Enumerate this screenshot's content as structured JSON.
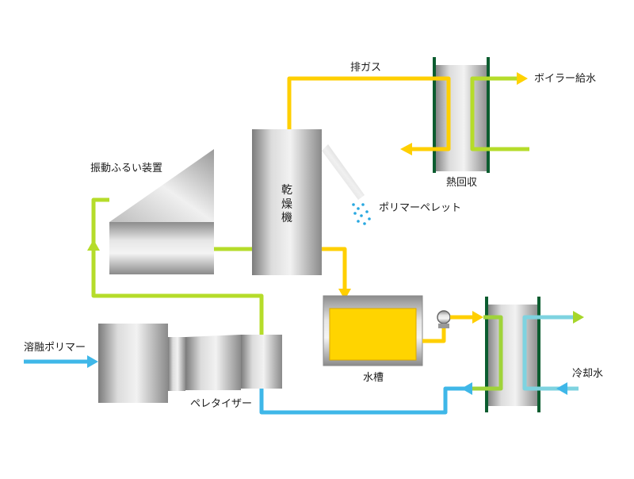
{
  "labels": {
    "exhaust_gas": "排ガス",
    "boiler_water": "ボイラー給水",
    "heat_recovery": "熱回収",
    "vibrating_sieve": "振動ふるい装置",
    "dryer": "乾燥機",
    "polymer_pellet": "ポリマーペレット",
    "molten_polymer": "溶融ポリマー",
    "water_tank": "水槽",
    "pelletizer": "ペレタイザー",
    "cooling_water": "冷却水"
  },
  "colors": {
    "hot_line": "#ffd200",
    "warm_line": "#a6d62a",
    "cold_line": "#3fb7e8",
    "frame_green": "#0b5c2f",
    "tank_yellow": "#ffd400",
    "pellet_blue": "#28a8e0"
  },
  "icons": {
    "pump": "pump-icon",
    "arrow": "arrow-icon"
  }
}
